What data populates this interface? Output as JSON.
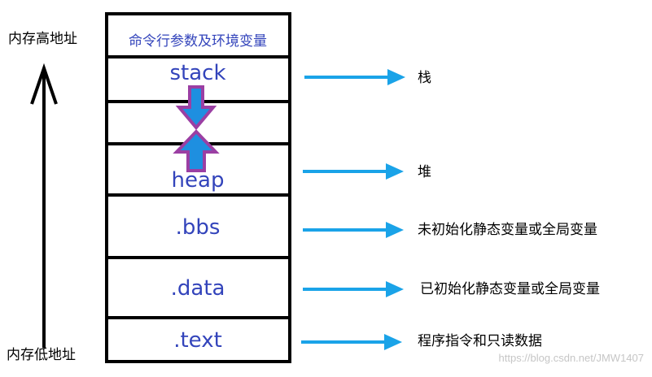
{
  "axis": {
    "top_label": "内存高地址",
    "bottom_label": "内存低地址"
  },
  "segments": {
    "args_env": "命令行参数及环境变量",
    "stack": "stack",
    "heap": "heap",
    "bbs": ".bbs",
    "data": ".data",
    "text": ".text"
  },
  "descriptions": {
    "stack": "栈",
    "heap": "堆",
    "bbs": "未初始化静态变量或全局变量",
    "data": "已初始化静态变量或全局变量",
    "text": "程序指令和只读数据"
  },
  "watermark": "https://blog.csdn.net/JMW1407",
  "colors": {
    "segment_text": "#3344bb",
    "pointer_arrow": "#1aa3e8",
    "growth_arrow_fill": "#1e8fe0",
    "growth_arrow_stroke": "#9b3fa3",
    "border": "#000000"
  }
}
